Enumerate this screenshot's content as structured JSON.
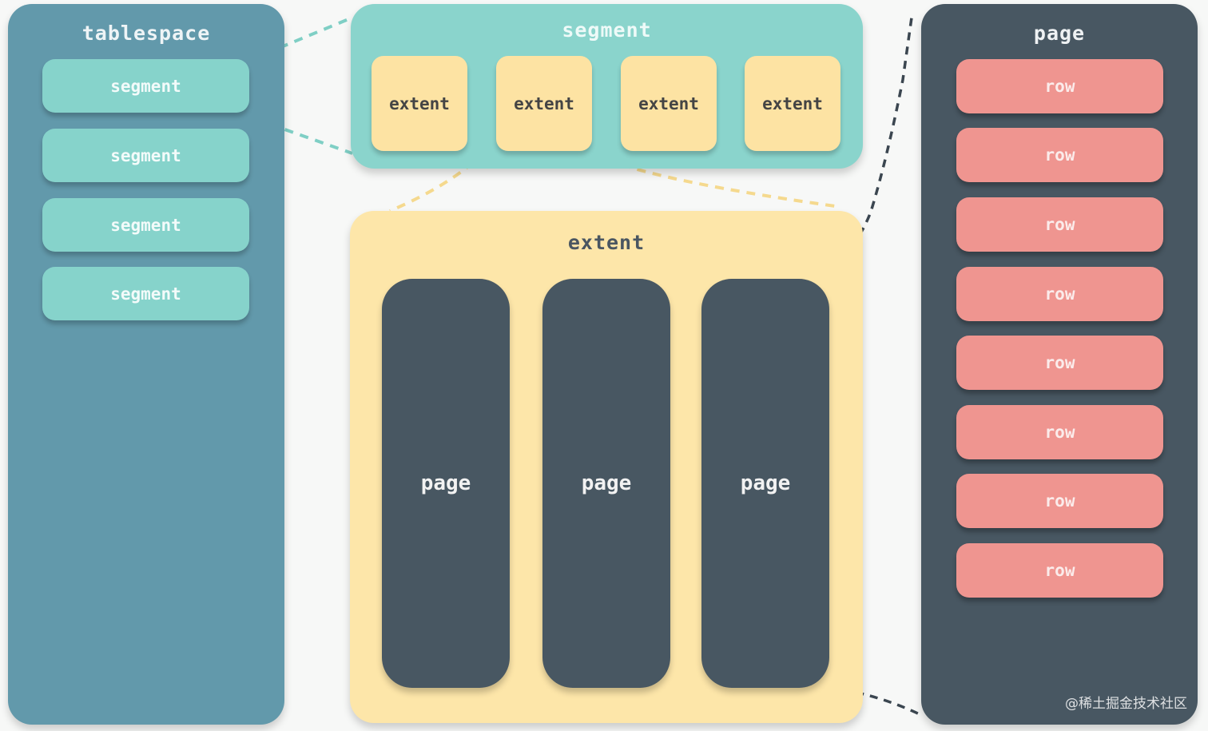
{
  "tablespace": {
    "title": "tablespace",
    "segments": [
      "segment",
      "segment",
      "segment",
      "segment"
    ]
  },
  "segment": {
    "title": "segment",
    "extents": [
      "extent",
      "extent",
      "extent",
      "extent"
    ]
  },
  "extent": {
    "title": "extent",
    "pages": [
      "page",
      "page",
      "page"
    ]
  },
  "page": {
    "title": "page",
    "rows": [
      "row",
      "row",
      "row",
      "row",
      "row",
      "row",
      "row",
      "row"
    ]
  },
  "watermark": "@稀土掘金技术社区",
  "colors": {
    "tablespace": "#6299ab",
    "segment": "#8ad4cc",
    "extent": "#fde6a9",
    "page": "#485762",
    "row": "#ef9590"
  }
}
